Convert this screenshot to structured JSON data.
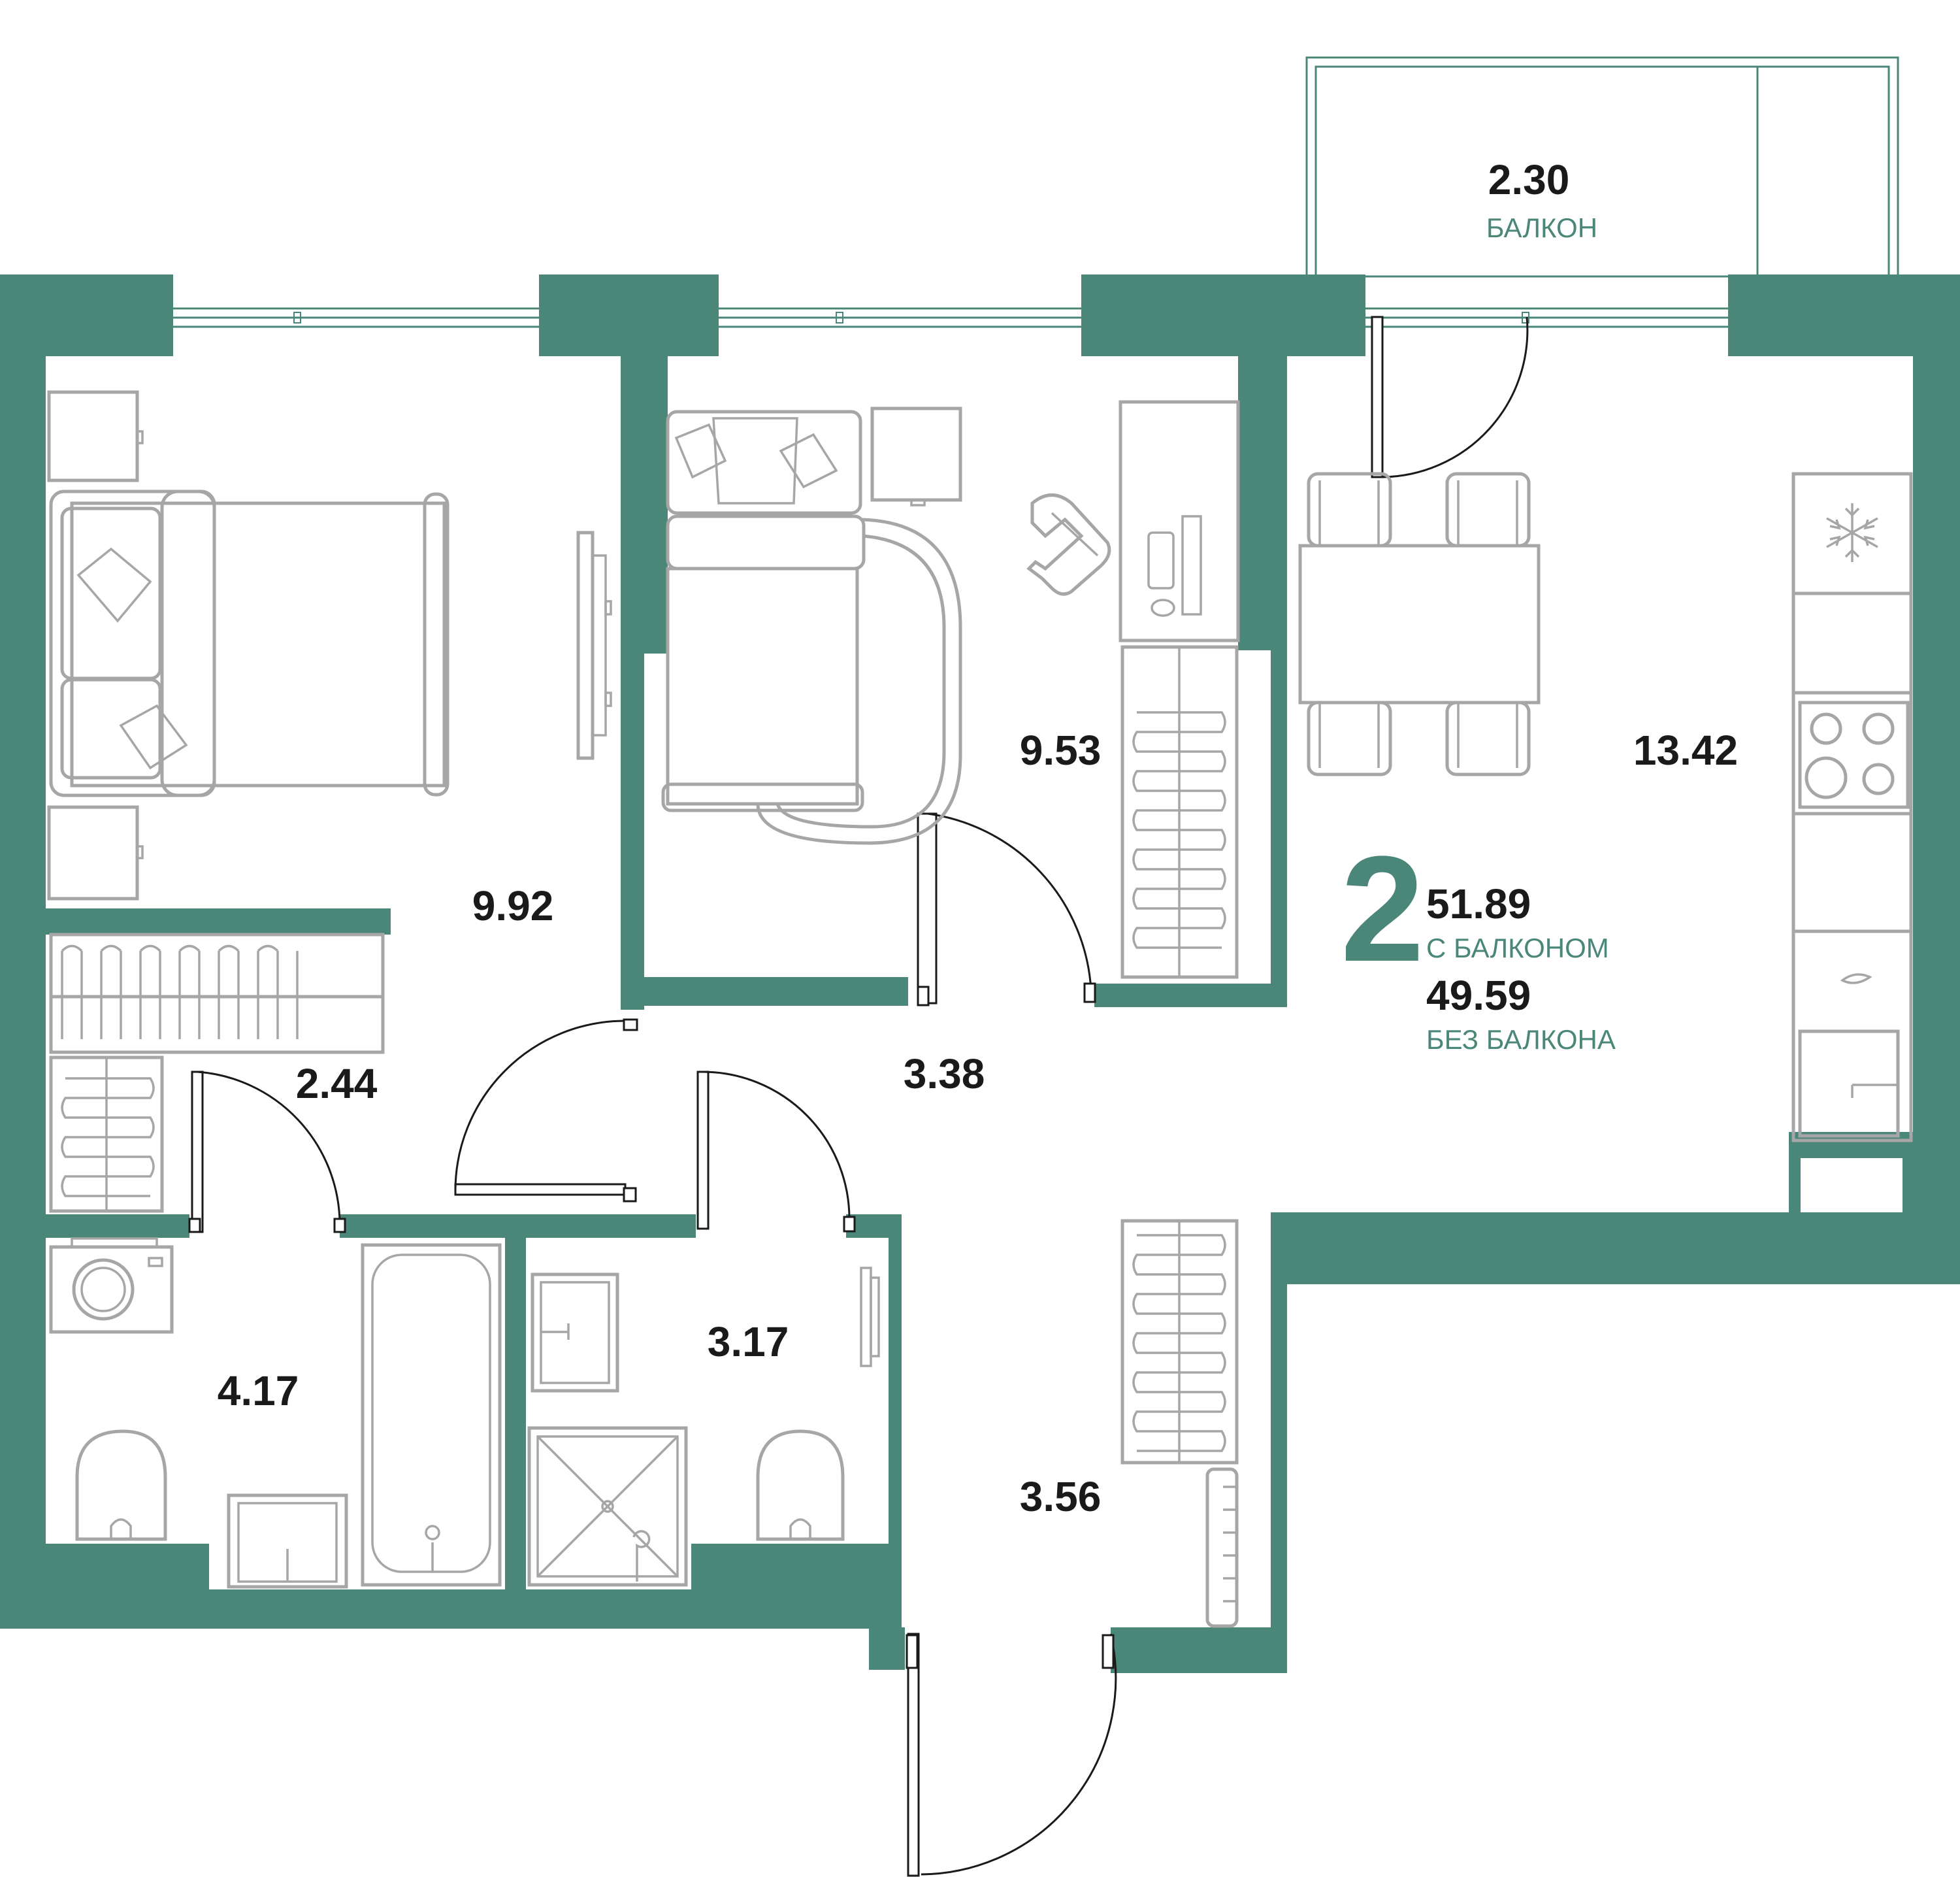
{
  "colors": {
    "wall": "#4a8779",
    "accent_text": "#4a8779",
    "label_text": "#1a1a1a",
    "furniture": "#a6a6a6"
  },
  "rooms": {
    "bedroom_area": "9.92",
    "second_room_area": "9.53",
    "kitchen_living_area": "13.42",
    "balcony_area": "2.30",
    "balcony_label": "БАЛКОН",
    "closet_area": "2.44",
    "hall_area": "3.38",
    "bathroom_area": "4.17",
    "shower_room_area": "3.17",
    "entrance_area": "3.56"
  },
  "summary": {
    "rooms_count": "2",
    "total_with_balcony": "51.89",
    "with_balcony_label": "С БАЛКОНОМ",
    "total_without_balcony": "49.59",
    "without_balcony_label": "БЕЗ БАЛКОНА"
  },
  "icons": [
    "snowflake-icon",
    "stove-icon",
    "washing-machine-icon",
    "bathtub-icon",
    "toilet-icon",
    "shower-icon",
    "sink-icon",
    "bed-icon",
    "desk-chair-icon",
    "wardrobe-icon"
  ]
}
